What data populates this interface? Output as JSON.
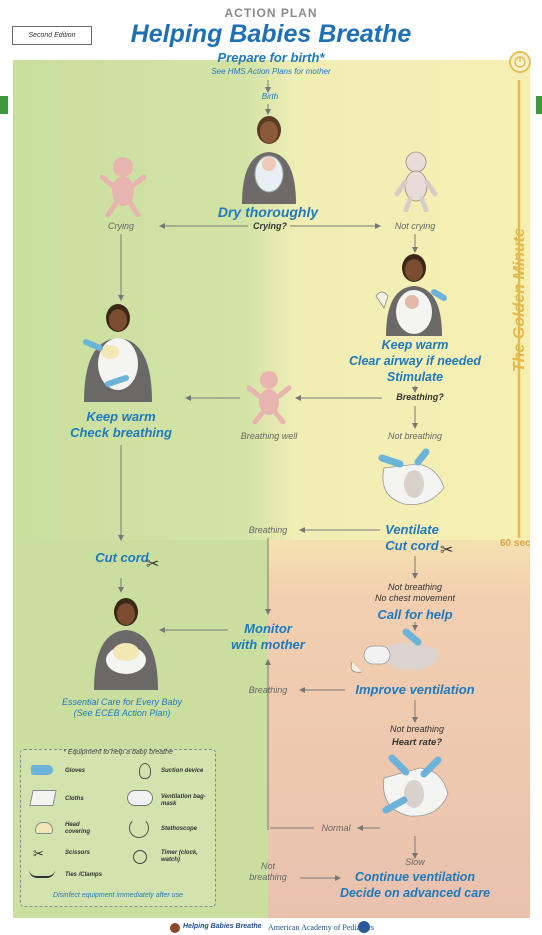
{
  "header": {
    "edition": "Second Edition",
    "plan_label": "ACTION PLAN",
    "title": "Helping Babies Breathe"
  },
  "side_label": "The Golden Minute",
  "timer_label": "60 sec",
  "flow": {
    "prepare": "Prepare for birth*",
    "prepare_sub": "See HMS Action Plans for mother",
    "birth": "Birth",
    "dry": "Dry thoroughly",
    "crying_q": "Crying?",
    "crying": "Crying",
    "not_crying": "Not crying",
    "keep_warm_right": [
      "Keep warm",
      "Clear airway if needed",
      "Stimulate"
    ],
    "breathing_q": "Breathing?",
    "keep_warm_left": [
      "Keep warm",
      "Check breathing"
    ],
    "breathing_well": "Breathing well",
    "not_breathing_1": "Not breathing",
    "breathing_1": "Breathing",
    "ventilate": [
      "Ventilate",
      "Cut cord"
    ],
    "cut_cord": "Cut cord",
    "not_breathing_2": "Not breathing",
    "no_chest": "No chest movement",
    "call_help": "Call for help",
    "monitor": [
      "Monitor",
      "with mother"
    ],
    "essential": [
      "Essential Care for Every Baby",
      "(See ECEB Action Plan)"
    ],
    "breathing_2": "Breathing",
    "improve": "Improve ventilation",
    "not_breathing_3": "Not breathing",
    "heart_rate": "Heart rate?",
    "normal": "Normal",
    "slow": "Slow",
    "not_breathing_4": [
      "Not",
      "breathing"
    ],
    "continue": [
      "Continue ventilation",
      "Decide on advanced care"
    ]
  },
  "equipment": {
    "title": "* Equipment to help a baby breathe",
    "items": [
      {
        "label": "Gloves",
        "icon": "gloves-icon"
      },
      {
        "label": "Suction device",
        "icon": "suction-device-icon"
      },
      {
        "label": "Cloths",
        "icon": "cloths-icon"
      },
      {
        "label": "Ventilation bag-mask",
        "icon": "bag-mask-icon"
      },
      {
        "label": "Head covering",
        "icon": "head-covering-icon"
      },
      {
        "label": "Stethoscope",
        "icon": "stethoscope-icon"
      },
      {
        "label": "Scissors",
        "icon": "scissors-icon"
      },
      {
        "label": "Timer (clock, watch)",
        "icon": "timer-icon"
      },
      {
        "label": "Ties /Clamps",
        "icon": "ties-icon"
      }
    ],
    "footer": "Disinfect equipment immediately after use"
  },
  "footer": {
    "brand": "Helping Babies Breathe",
    "org": "American Academy of Pediatrics"
  },
  "colors": {
    "green": "#c8dfa0",
    "yellow": "#f6f0b3",
    "peach": "#efc9b0",
    "blue_text": "#1f79bd",
    "gold": "#e7ba49"
  }
}
